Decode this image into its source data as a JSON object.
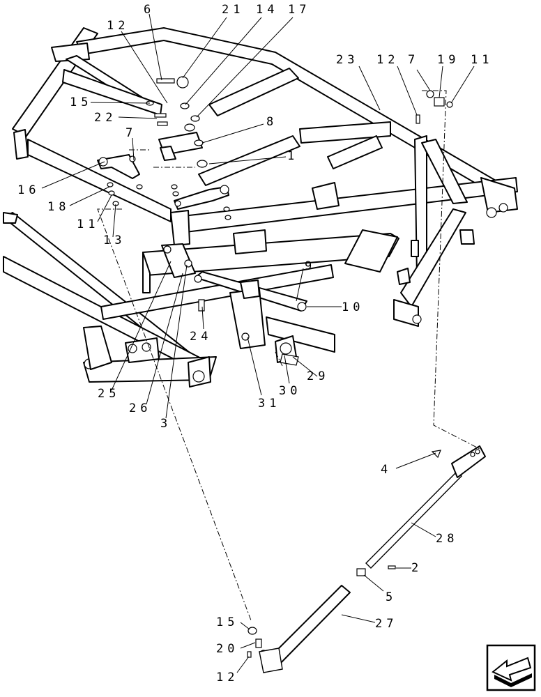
{
  "callouts": {
    "c6": "6",
    "c12a": "12",
    "c21": "21",
    "c14": "14",
    "c17": "17",
    "c15a": "15",
    "c22": "22",
    "c8": "8",
    "c7a": "7",
    "c1": "1",
    "c16": "16",
    "c18": "18",
    "c11a": "11",
    "c13": "13",
    "c23": "23",
    "c12b": "12",
    "c7b": "7",
    "c19": "19",
    "c11b": "11",
    "c9": "9",
    "c10": "10",
    "c24": "24",
    "c25": "25",
    "c26": "26",
    "c3": "3",
    "c31": "31",
    "c30": "30",
    "c29": "29",
    "c4": "4",
    "c28": "28",
    "c2": "2",
    "c5": "5",
    "c27": "27",
    "c15b": "15",
    "c20": "20",
    "c12c": "12"
  },
  "icons": {
    "nav": "next-page-arrow-icon"
  }
}
